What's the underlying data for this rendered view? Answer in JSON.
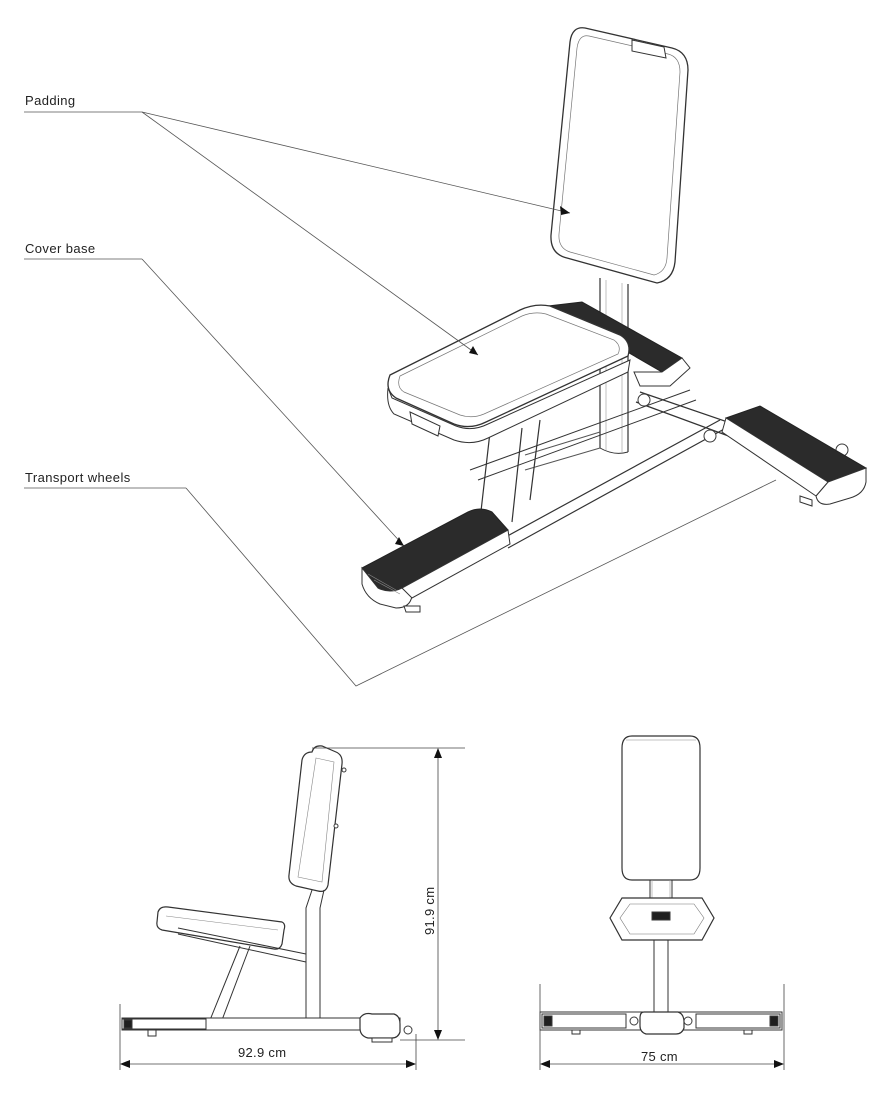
{
  "callouts": {
    "padding": "Padding",
    "cover_base": "Cover base",
    "transport_wheels": "Transport wheels"
  },
  "dimensions": {
    "height": "91.9 cm",
    "length": "92.9 cm",
    "width": "75 cm"
  },
  "colors": {
    "line": "#3a3a3a",
    "dark_fill": "#1f1f1f",
    "background": "#ffffff"
  }
}
